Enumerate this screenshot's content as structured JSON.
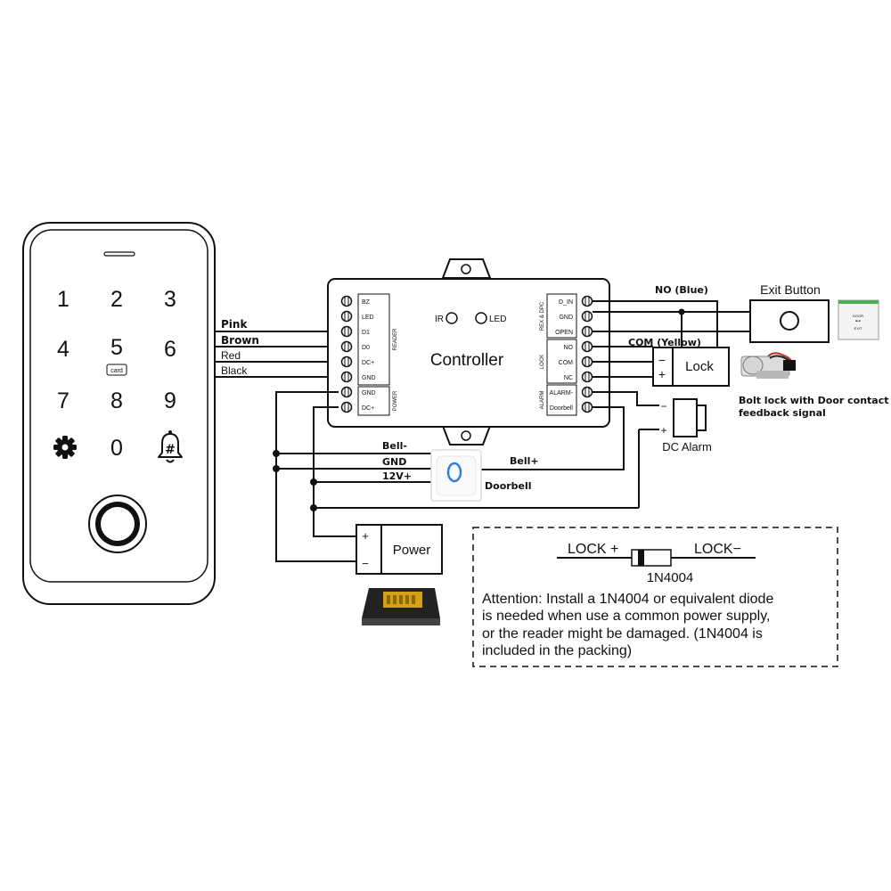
{
  "keypad": {
    "keys": [
      "1",
      "2",
      "3",
      "4",
      "5",
      "6",
      "7",
      "8",
      "9",
      "0"
    ],
    "card_label": "card",
    "settings_icon": "gear-icon",
    "bell_icon": "bell-hash-icon",
    "fingerprint_icon": "fingerprint-icon"
  },
  "reader_wires": [
    "Pink",
    "Brown",
    "Red",
    "Black"
  ],
  "controller": {
    "title": "Controller",
    "ir_label": "IR",
    "led_label": "LED",
    "left_terminals": [
      "BZ",
      "LED",
      "D1",
      "D0",
      "DC+",
      "GND"
    ],
    "reader_group": "READER",
    "power_terminals": [
      "GND",
      "DC+"
    ],
    "power_group": "POWER",
    "rex_terminals": [
      "D_IN",
      "GND",
      "OPEN"
    ],
    "rex_group": "REX & DPC",
    "lock_terminals": [
      "NO",
      "COM",
      "NC"
    ],
    "lock_group": "LOCK",
    "alarm_terminals": [
      "ALARM-",
      "Doorbell"
    ],
    "alarm_group": "ALARM"
  },
  "labels": {
    "no_blue": "NO (Blue)",
    "com_yellow": "COM (Yellow)",
    "exit_button": "Exit Button",
    "exit_plate_top": "DOOR",
    "exit_plate_bottom": "EXIT",
    "lock": "Lock",
    "lock_minus": "−",
    "lock_plus": "+",
    "bolt_caption_1": "Bolt lock with Door contact",
    "bolt_caption_2": "feedback signal",
    "alarm_minus": "−",
    "alarm_plus": "+",
    "dc_alarm": "DC Alarm",
    "bell_minus": "Bell-",
    "gnd": "GND",
    "v12": "12V+",
    "bell_plus": "Bell+",
    "doorbell": "Doorbell",
    "power": "Power",
    "power_plus": "+",
    "power_minus": "−"
  },
  "note": {
    "lock_plus": "LOCK +",
    "lock_minus": "LOCK−",
    "diode": "1N4004",
    "lines": [
      "Attention: Install a 1N4004 or equivalent diode",
      "is needed when use a common power supply,",
      "or the reader might be damaged. (1N4004 is",
      "included in the packing)"
    ]
  }
}
